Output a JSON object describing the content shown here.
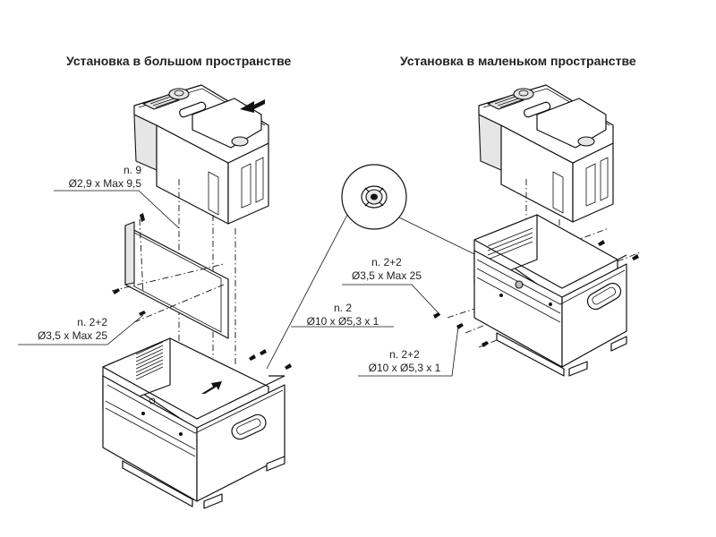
{
  "headings": {
    "left": "Установка в большом пространстве",
    "right": "Установка в маленьком пространстве"
  },
  "callouts": {
    "screws_n9": {
      "qty": "n. 9",
      "spec": "Ø2,9 x Max 9,5"
    },
    "screws_left": {
      "qty": "n. 2+2",
      "spec": "Ø3,5 x Max 25"
    },
    "washers_n2": {
      "qty": "n. 2",
      "spec": "Ø10 x Ø5,3 x 1"
    },
    "screws_right": {
      "qty": "n. 2+2",
      "spec": "Ø3,5 x Max 25"
    },
    "washers_right": {
      "qty": "n. 2+2",
      "spec": "Ø10 x Ø5,3 x 1"
    }
  }
}
